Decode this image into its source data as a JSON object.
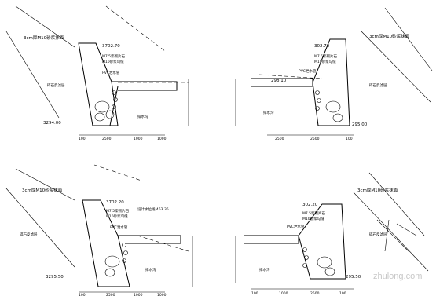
{
  "panels": [
    {
      "id": "top-left",
      "labels": {
        "mortar_note": "3cm厚M10砂浆抹面",
        "top_elev": "3702.70",
        "mix1": "M7.5浆砌片石",
        "mix2": "M10砂浆勾缝",
        "pipe": "PVC泄水管",
        "bottom_elev": "3294.00",
        "dims": [
          "100",
          "2500",
          "1000",
          "1000"
        ],
        "drain": "排水沟",
        "backfill": "碎石反滤层"
      }
    },
    {
      "id": "top-right",
      "labels": {
        "mortar_note": "3cm厚M10砂浆抹面",
        "top_elev": "302.70",
        "mix1": "M7.5浆砌片石",
        "mix2": "M10砂浆勾缝",
        "pipe": "PVC泄水管",
        "level_elev": "298.10",
        "bottom_elev": "295.00",
        "dims": [
          "2500",
          "2500",
          "100"
        ],
        "drain": "排水沟",
        "backfill": "碎石反滤层"
      }
    },
    {
      "id": "bottom-left",
      "labels": {
        "mortar_note": "3cm厚M10砂浆抹面",
        "top_elev": "3702.20",
        "mix1": "M7.5浆砌片石",
        "mix2": "M10砂浆勾缝",
        "pipe": "PVC泄水管",
        "water_level": "设计水位线 463.35",
        "bottom_elev": "3295.50",
        "dims": [
          "100",
          "2500",
          "1000",
          "1000"
        ],
        "drain": "排水沟",
        "backfill": "碎石反滤层"
      }
    },
    {
      "id": "bottom-right",
      "labels": {
        "mortar_note": "3cm厚M10砂浆抹面",
        "top_elev": "302.20",
        "mix1": "M7.5浆砌片石",
        "mix2": "M10砂浆勾缝",
        "pipe": "PVC泄水管",
        "bottom_elev": "295.50",
        "dims": [
          "100",
          "1000",
          "2500",
          "100"
        ],
        "drain": "排水沟",
        "backfill": "碎石反滤层"
      }
    }
  ],
  "watermark": "zhulong.com"
}
